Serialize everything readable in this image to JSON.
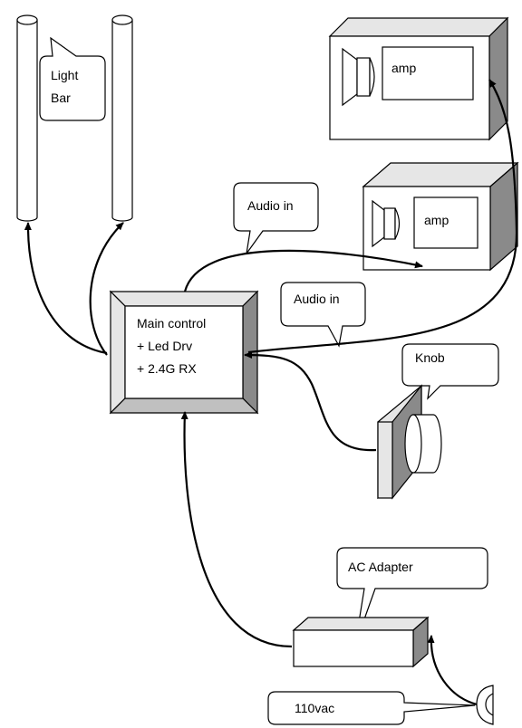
{
  "labels": {
    "light_bar_line1": "Light",
    "light_bar_line2": "Bar",
    "amp_top": "amp",
    "amp_middle": "amp",
    "audio_in_1": "Audio in",
    "audio_in_2": "Audio in",
    "main_control_line1": "Main control",
    "main_control_line2": "+ Led Drv",
    "main_control_line3": "+ 2.4G RX",
    "knob": "Knob",
    "ac_adapter": "AC Adapter",
    "mains": "110vac"
  }
}
